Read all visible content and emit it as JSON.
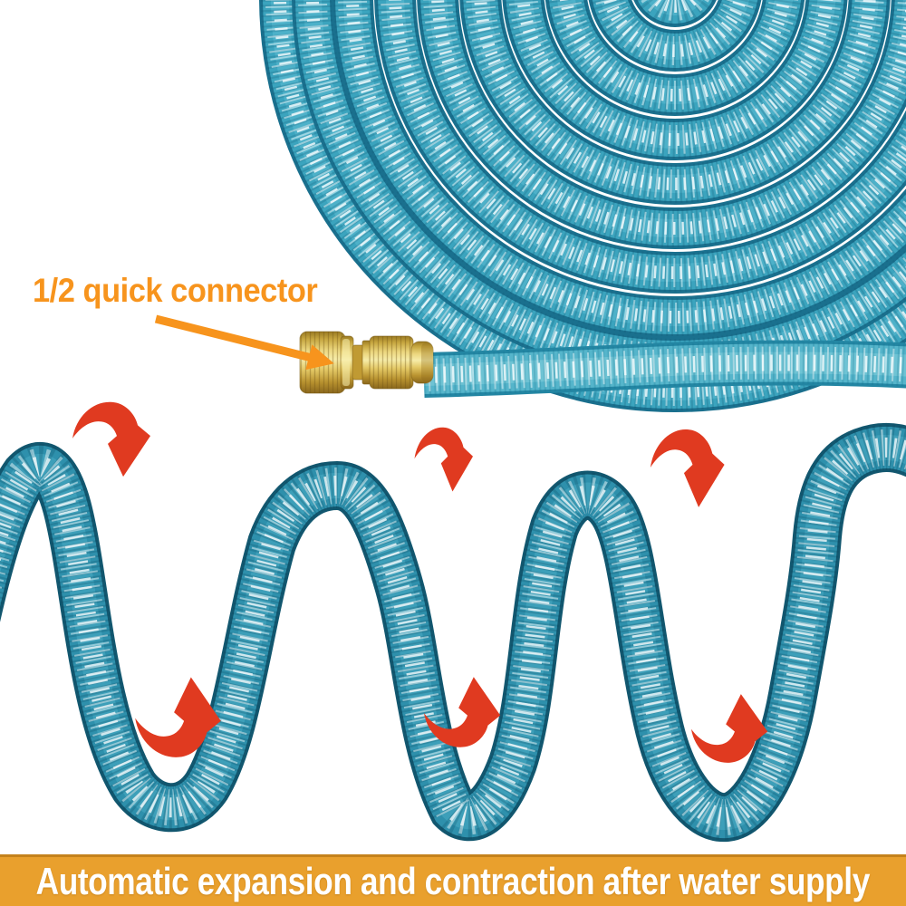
{
  "annotations": {
    "callout": {
      "label": "1/2 quick connector",
      "color": "#F7941D"
    },
    "banner": {
      "text": "Automatic expansion and contraction after water supply",
      "bg_color": "#E9A02D",
      "text_color": "#FFFFFF"
    },
    "expansion_arrows": {
      "count": 6,
      "color": "#E03A20",
      "top_row_direction": "down",
      "bottom_row_direction": "up"
    }
  },
  "scene": {
    "background": "#FFFFFF",
    "hose": {
      "coil_palette": {
        "edge": "#1A708E",
        "mid": "#3BA4BE",
        "highlight": "#5CBBD1",
        "rib": "#115572",
        "fleck": "#EEF9FB"
      },
      "wave_palette": {
        "edge": "#12576F",
        "mid": "#2E90AC",
        "highlight": "#4AACC4",
        "rib": "#0B455C",
        "fleck": "#E9F5F8"
      },
      "straight_palette": {
        "edge": "#2386A3",
        "mid": "#55B5CB",
        "highlight": "#83CDDD",
        "rib": "#19738F",
        "fleck": "#F2FBFD"
      }
    },
    "connector": {
      "brass_light": "#F6ECA8",
      "brass_mid": "#E3C865",
      "brass_dark": "#8A671C"
    },
    "elements": [
      "coiled-hose",
      "brass-quick-connector",
      "straight-hose-section",
      "expanded-wavy-hose",
      "expansion-arrows",
      "caption-banner"
    ]
  }
}
